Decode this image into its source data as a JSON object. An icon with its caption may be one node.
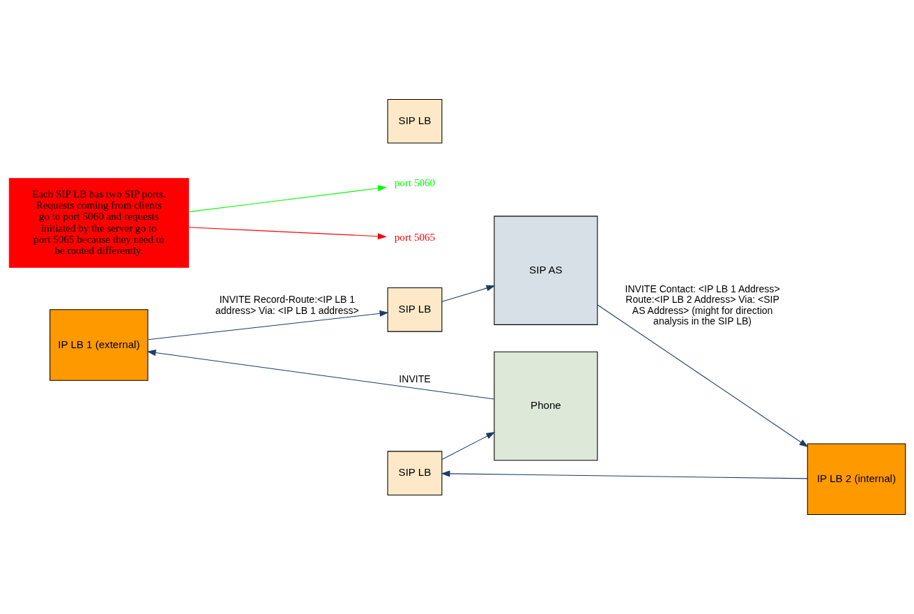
{
  "diagram": {
    "nodes": [
      {
        "text": [
          "IP LB 1 (external)"
        ]
      },
      {
        "text": [
          "Phone"
        ]
      },
      {
        "text": [
          "port 5060"
        ]
      },
      {
        "text": [
          "SIP LB"
        ]
      },
      {
        "text": [
          "SIP LB"
        ]
      },
      {
        "text": [
          "SIP LB"
        ]
      },
      {
        "text": [
          "SIP AS"
        ]
      },
      {
        "text": [
          "port 5065"
        ]
      },
      {
        "text": [
          "Each SIP LB has two SIP ports. Requests coming from clients go to port 5060 and requests initiated by the server go to port 5065 because they need to be routed differently."
        ]
      },
      {
        "text": [
          "IP LB 2 (internal)"
        ]
      }
    ],
    "edges": [
      {
        "from": 1,
        "to": 0,
        "arrow": "to",
        "label": "INVITE"
      },
      {
        "from": 0,
        "to": 5,
        "arrow": "to",
        "label": "INVITE Record-Route:<IP LB 1 address> Via: <IP LB 1 address>"
      },
      {
        "from": 5,
        "to": 6,
        "arrow": "to"
      },
      {
        "from": 6,
        "to": 9,
        "arrow": "to",
        "label": "INVITE Contact: <IP LB 1 Address> Route:<IP LB 2 Address> Via: <SIP AS Address> (might for direction analysis in the SIP LB)"
      },
      {
        "from": 9,
        "to": 3,
        "arrow": "to"
      },
      {
        "from": 3,
        "to": 1,
        "arrow": "to"
      },
      {
        "from": 8,
        "to": 2,
        "arrow": "to",
        "color": "#00ff00"
      },
      {
        "from": 8,
        "to": 7,
        "arrow": "to",
        "color": "#ff0000"
      }
    ]
  }
}
